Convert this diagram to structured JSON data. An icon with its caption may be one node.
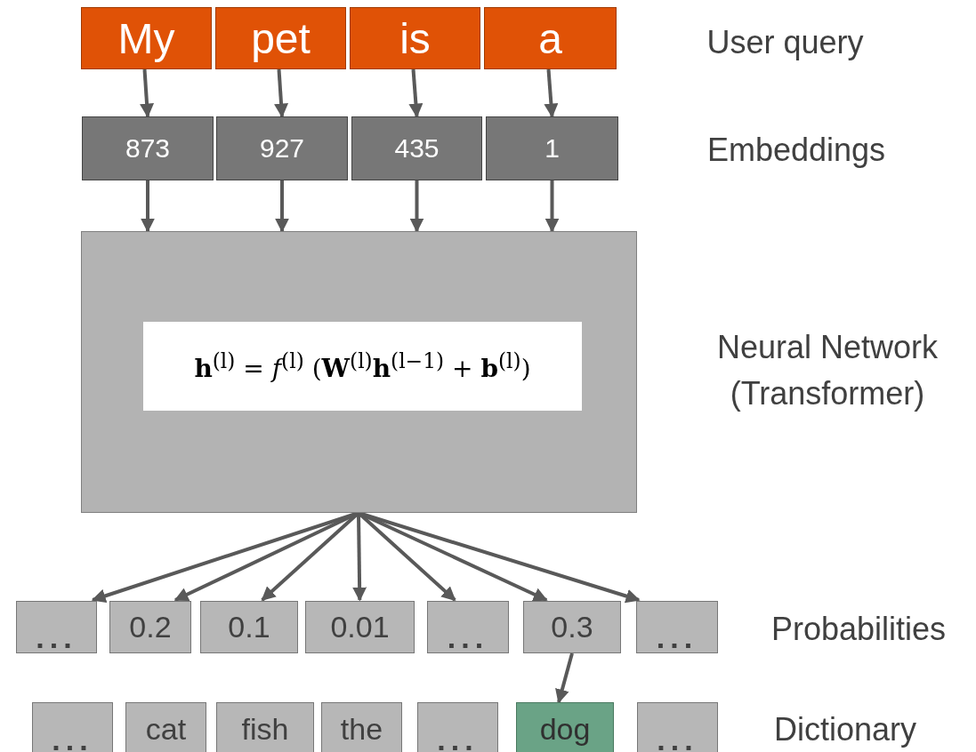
{
  "diagram": {
    "nodes": [
      {
        "text": [
          "My"
        ]
      },
      {
        "text": [
          "pet"
        ]
      },
      {
        "text": [
          "is"
        ]
      },
      {
        "text": [
          "a"
        ]
      },
      {
        "text": [
          "873"
        ]
      },
      {
        "text": [
          "927"
        ]
      },
      {
        "text": [
          "435"
        ]
      },
      {
        "text": [
          "1"
        ]
      },
      {
        "text": [],
        "shape": "box"
      },
      {
        "text": [
          "**h**$^{(l)}$ = *f*$^{(l)}$ (**W**$^{(l)}$**h**$^{(l−1)}$ + **b**$^{(l)}$)"
        ],
        "in": 8
      },
      {
        "text": [
          "..."
        ]
      },
      {
        "text": [
          "0.2"
        ]
      },
      {
        "text": [
          "0.1"
        ]
      },
      {
        "text": [
          "0.01"
        ]
      },
      {
        "text": [
          "..."
        ]
      },
      {
        "text": [
          "0.3"
        ]
      },
      {
        "text": [
          "..."
        ]
      },
      {
        "text": [
          "..."
        ]
      },
      {
        "text": [
          "cat"
        ]
      },
      {
        "text": [
          "fish"
        ]
      },
      {
        "text": [
          "the"
        ]
      },
      {
        "text": [
          "..."
        ]
      },
      {
        "text": [
          "dog"
        ]
      },
      {
        "text": [
          "..."
        ]
      }
    ],
    "edges": [
      {
        "from": 0,
        "to": 4,
        "arrow": "to"
      },
      {
        "from": 1,
        "to": 5,
        "arrow": "to"
      },
      {
        "from": 2,
        "to": 6,
        "arrow": "to"
      },
      {
        "from": 3,
        "to": 7,
        "arrow": "to"
      },
      {
        "from": 4,
        "to": 8,
        "arrow": "to"
      },
      {
        "from": 5,
        "to": 8,
        "arrow": "to"
      },
      {
        "from": 6,
        "to": 8,
        "arrow": "to"
      },
      {
        "from": 7,
        "to": 8,
        "arrow": "to"
      },
      {
        "from": 8,
        "to": 10,
        "arrow": "to"
      },
      {
        "from": 8,
        "to": 11,
        "arrow": "to"
      },
      {
        "from": 8,
        "to": 12,
        "arrow": "to"
      },
      {
        "from": 8,
        "to": 13,
        "arrow": "to"
      },
      {
        "from": 8,
        "to": 14,
        "arrow": "to"
      },
      {
        "from": 8,
        "to": 15,
        "arrow": "to"
      },
      {
        "from": 8,
        "to": 16,
        "arrow": "to"
      },
      {
        "from": 15,
        "to": 22,
        "arrow": "to"
      }
    ],
    "labels": [
      "User query",
      "Embeddings",
      "Neural Network (Transformer)",
      "Probabilities",
      "Dictionary"
    ]
  }
}
